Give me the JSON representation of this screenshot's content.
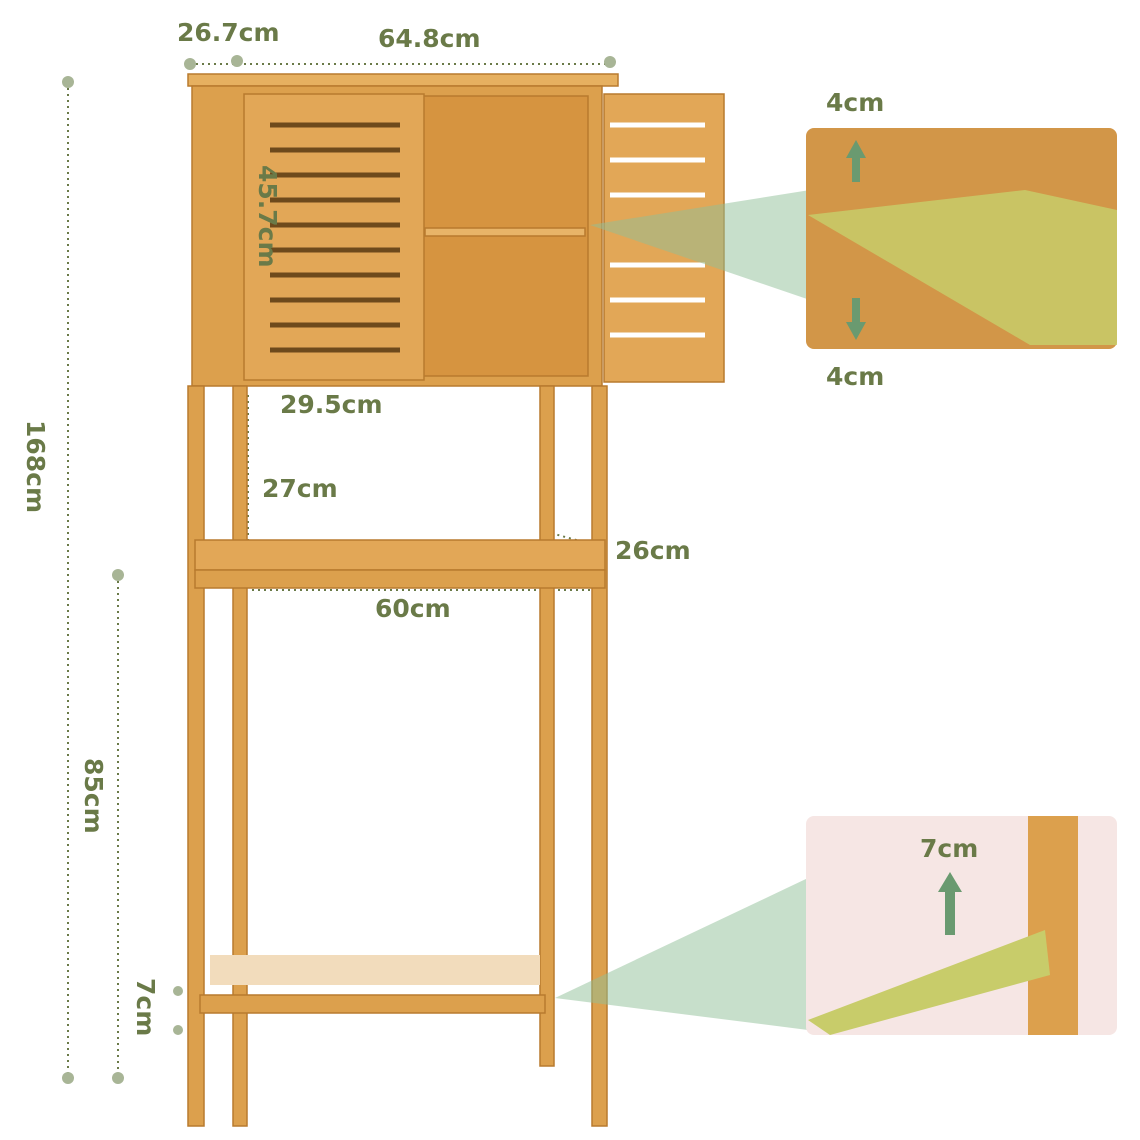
{
  "dimensions": {
    "depth_top": "26.7cm",
    "width_top": "64.8cm",
    "door_height": "45.7cm",
    "door_width": "29.5cm",
    "cabinet_clearance": "27cm",
    "shelf_depth": "26cm",
    "shelf_width": "60cm",
    "total_height": "168cm",
    "shelf_height": "85cm",
    "bar_height": "7cm"
  },
  "inset_shelf": {
    "up": "4cm",
    "down": "4cm"
  },
  "inset_bar": {
    "adjust": "7cm"
  },
  "colors": {
    "label": "#6a7a48",
    "wood": "#d99a45",
    "wood_dark": "#b87a2e",
    "accent": "#8fbf98"
  }
}
